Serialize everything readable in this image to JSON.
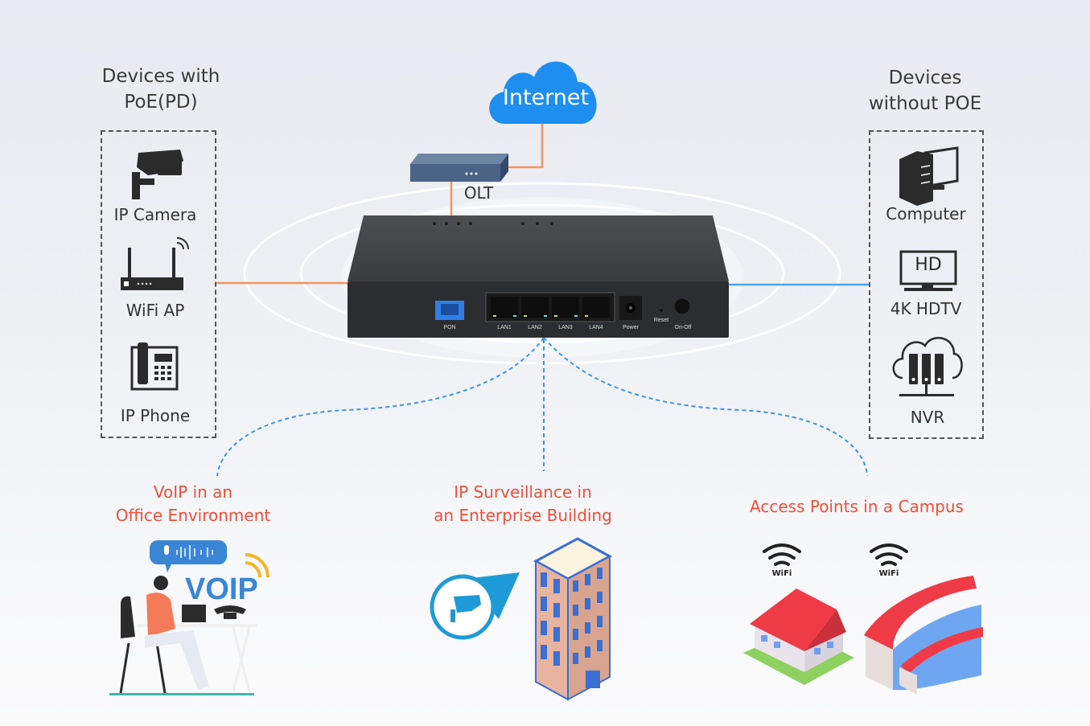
{
  "diagram": {
    "left_group": {
      "title_line1": "Devices with",
      "title_line2": "PoE(PD)",
      "devices": [
        {
          "label": "IP Camera",
          "icon": "cctv-camera-icon"
        },
        {
          "label": "WiFi AP",
          "icon": "wifi-router-icon"
        },
        {
          "label": "IP Phone",
          "icon": "desk-phone-icon"
        }
      ]
    },
    "right_group": {
      "title_line1": "Devices",
      "title_line2": "without POE",
      "devices": [
        {
          "label": "Computer",
          "icon": "desktop-computer-icon"
        },
        {
          "label": "4K HDTV",
          "icon": "hdtv-icon",
          "badge": "HD"
        },
        {
          "label": "NVR",
          "icon": "cloud-nvr-icon"
        }
      ]
    },
    "internet": {
      "label": "Internet",
      "color": "#1e8ef0"
    },
    "olt": {
      "label": "OLT"
    },
    "onu": {
      "ports": [
        "PON",
        "LAN1",
        "LAN2",
        "LAN3",
        "LAN4",
        "Power",
        "Reset",
        "On-Off"
      ]
    },
    "scenarios": [
      {
        "line1": "VoIP in an",
        "line2": "Office Environment",
        "illustration": "voip-office-illustration",
        "badge": "VOIP"
      },
      {
        "line1": "IP Surveillance in",
        "line2": "an Enterprise Building",
        "illustration": "surveillance-building-illustration"
      },
      {
        "line1": "Access Points in a Campus",
        "line2": "",
        "illustration": "campus-access-points-illustration",
        "wifi_labels": [
          "WiFi",
          "WiFi"
        ]
      }
    ],
    "colors": {
      "orange_line": "#f3955f",
      "blue_line": "#4ea3ee",
      "scenario_text": "#f04e3a",
      "device_dark": "#2b2b2b"
    }
  }
}
